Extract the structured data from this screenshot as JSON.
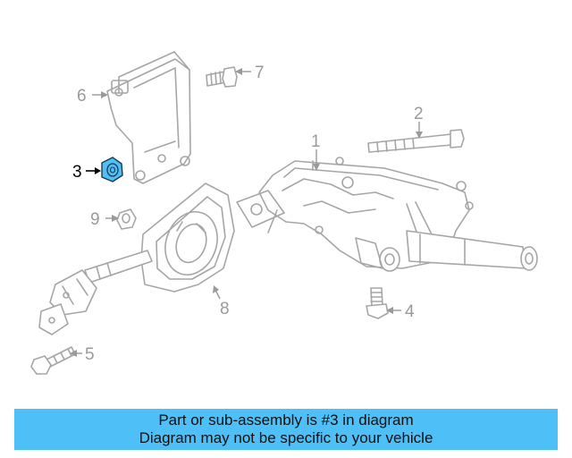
{
  "diagram": {
    "callouts": [
      "1",
      "2",
      "3",
      "4",
      "5",
      "6",
      "7",
      "8",
      "9"
    ],
    "highlighted_part": "3",
    "highlight_color": "#4fc0f7",
    "line_color": "#a6a6a6"
  },
  "banner": {
    "line1": "Part or sub-assembly is #3 in diagram",
    "line2": "Diagram may not be specific to your vehicle",
    "background_color": "#4fc0f7"
  }
}
